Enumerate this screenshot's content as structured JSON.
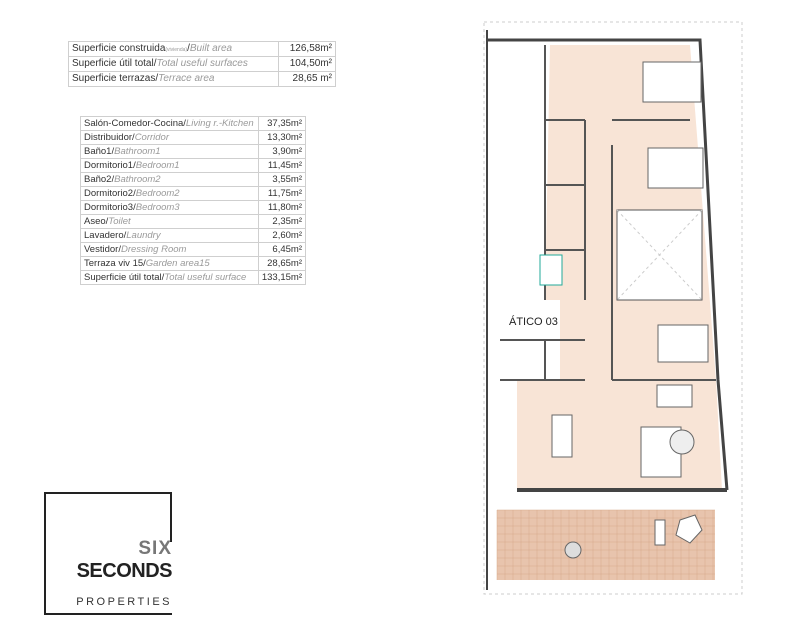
{
  "summary_table": [
    {
      "es": "Superficie construida",
      "note": "(vivienda)",
      "en": "Built area",
      "value": "126,58m²"
    },
    {
      "es": "Superficie útil total/",
      "en": "Total useful surfaces",
      "value": "104,50m²"
    },
    {
      "es": "Superficie terrazas/",
      "en": "Terrace area",
      "value": "28,65 m²"
    }
  ],
  "rooms_table": [
    {
      "es": "Salón-Comedor-Cocina/",
      "en": "Living r.-Kitchen",
      "value": "37,35m²"
    },
    {
      "es": "Distribuidor/",
      "en": "Corridor",
      "value": "13,30m²"
    },
    {
      "es": "Baño1/",
      "en": "Bathroom1",
      "value": "3,90m²"
    },
    {
      "es": "Dormitorio1/",
      "en": "Bedroom1",
      "value": "11,45m²"
    },
    {
      "es": "Baño2/",
      "en": "Bathroom2",
      "value": "3,55m²"
    },
    {
      "es": "Dormitorio2/",
      "en": "Bedroom2",
      "value": "11,75m²"
    },
    {
      "es": "Dormitorio3/",
      "en": "Bedroom3",
      "value": "11,80m²"
    },
    {
      "es": "Aseo/",
      "en": "Toilet",
      "value": "2,35m²"
    },
    {
      "es": "Lavadero/",
      "en": "Laundry",
      "value": "2,60m²"
    },
    {
      "es": "Vestidor/",
      "en": "Dressing Room",
      "value": "6,45m²"
    },
    {
      "es": "Terraza viv 15/",
      "en": "Garden area15",
      "value": "28,65m²"
    },
    {
      "es": "Superficie útil total/",
      "en": "Total useful surface",
      "value": "133,15m²"
    }
  ],
  "plan": {
    "unit_label": "ÁTICO 03",
    "floor_color": "#f8e4d6",
    "terrace_color": "#e8c4ad"
  },
  "logo": {
    "line1": "SIX",
    "line2": "SECONDS",
    "line3": "PROPERTIES"
  }
}
